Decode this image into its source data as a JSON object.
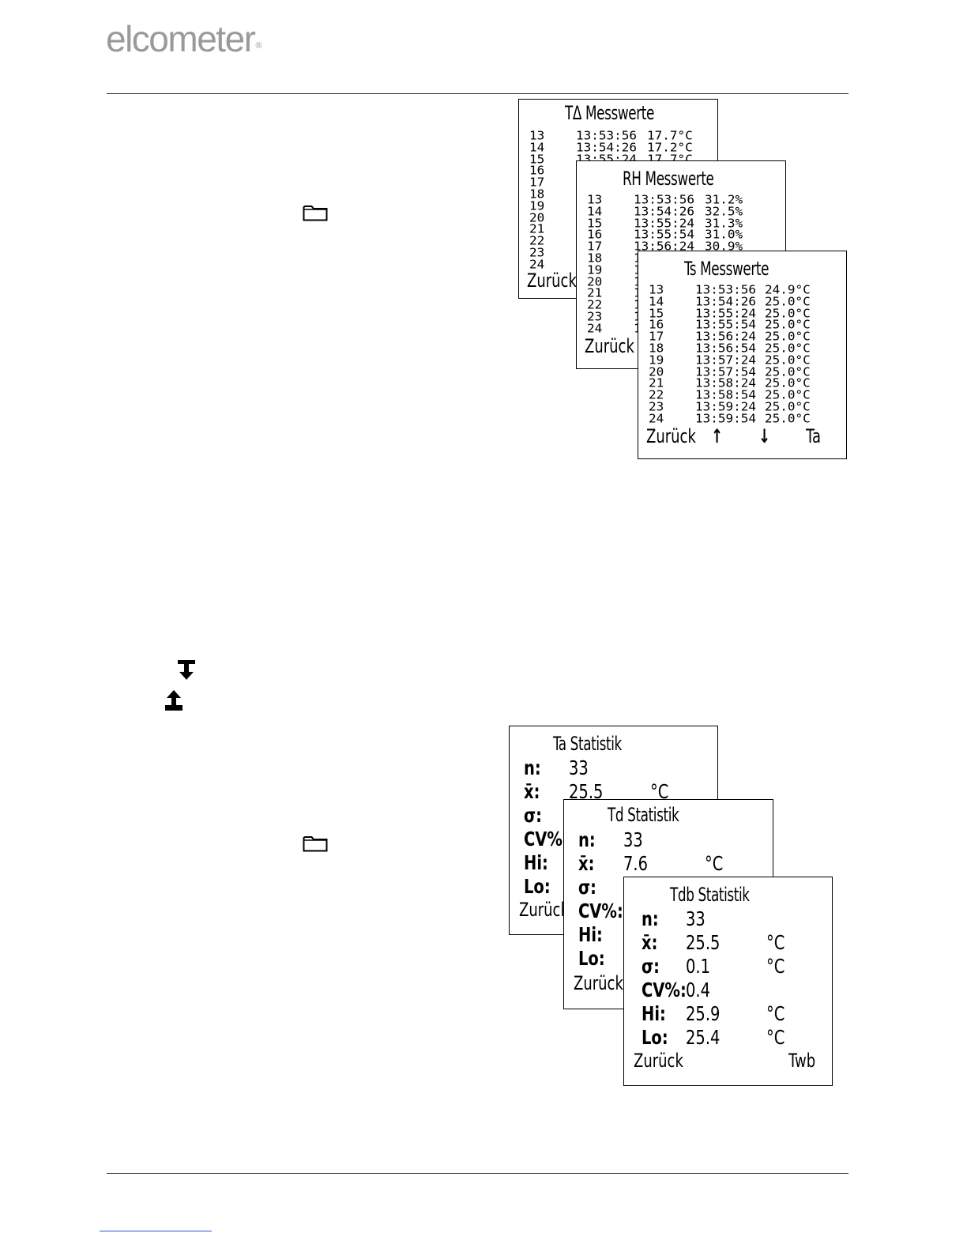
{
  "brand": {
    "logo_text": "elcometer",
    "registered": "®"
  },
  "icons": {
    "folder": "folder-icon",
    "download": "down-arrow-to-bar-icon",
    "upload": "up-arrow-from-bar-icon"
  },
  "readings_screens": [
    {
      "title": "TΔ Messwerte",
      "rows": [
        {
          "n": "13",
          "time": "13:53:56",
          "value": "17.7°C"
        },
        {
          "n": "14",
          "time": "13:54:26",
          "value": "17.2°C"
        },
        {
          "n": "15",
          "time": "13:55:24",
          "value": "17.7°C"
        },
        {
          "n": "16",
          "time": "",
          "value": ""
        },
        {
          "n": "17",
          "time": "",
          "value": ""
        },
        {
          "n": "18",
          "time": "",
          "value": ""
        },
        {
          "n": "19",
          "time": "",
          "value": ""
        },
        {
          "n": "20",
          "time": "",
          "value": ""
        },
        {
          "n": "21",
          "time": "",
          "value": ""
        },
        {
          "n": "22",
          "time": "",
          "value": ""
        },
        {
          "n": "23",
          "time": "",
          "value": ""
        },
        {
          "n": "24",
          "time": "",
          "value": ""
        }
      ],
      "footer": {
        "left": "Zurück"
      }
    },
    {
      "title": "RH Messwerte",
      "rows": [
        {
          "n": "13",
          "time": "13:53:56",
          "value": "31.2%"
        },
        {
          "n": "14",
          "time": "13:54:26",
          "value": "32.5%"
        },
        {
          "n": "15",
          "time": "13:55:24",
          "value": "31.3%"
        },
        {
          "n": "16",
          "time": "13:55:54",
          "value": "31.0%"
        },
        {
          "n": "17",
          "time": "13:56:24",
          "value": "30.9%"
        },
        {
          "n": "18",
          "time": "1",
          "value": ""
        },
        {
          "n": "19",
          "time": "1",
          "value": ""
        },
        {
          "n": "20",
          "time": "1",
          "value": ""
        },
        {
          "n": "21",
          "time": "1",
          "value": ""
        },
        {
          "n": "22",
          "time": "1",
          "value": ""
        },
        {
          "n": "23",
          "time": "1",
          "value": ""
        },
        {
          "n": "24",
          "time": "1",
          "value": ""
        }
      ],
      "footer": {
        "left": "Zurück"
      }
    },
    {
      "title": "Ts Messwerte",
      "rows": [
        {
          "n": "13",
          "time": "13:53:56",
          "value": "24.9°C"
        },
        {
          "n": "14",
          "time": "13:54:26",
          "value": "25.0°C"
        },
        {
          "n": "15",
          "time": "13:55:24",
          "value": "25.0°C"
        },
        {
          "n": "16",
          "time": "13:55:54",
          "value": "25.0°C"
        },
        {
          "n": "17",
          "time": "13:56:24",
          "value": "25.0°C"
        },
        {
          "n": "18",
          "time": "13:56:54",
          "value": "25.0°C"
        },
        {
          "n": "19",
          "time": "13:57:24",
          "value": "25.0°C"
        },
        {
          "n": "20",
          "time": "13:57:54",
          "value": "25.0°C"
        },
        {
          "n": "21",
          "time": "13:58:24",
          "value": "25.0°C"
        },
        {
          "n": "22",
          "time": "13:58:54",
          "value": "25.0°C"
        },
        {
          "n": "23",
          "time": "13:59:24",
          "value": "25.0°C"
        },
        {
          "n": "24",
          "time": "13:59:54",
          "value": "25.0°C"
        }
      ],
      "footer": {
        "left": "Zurück",
        "up": "↑",
        "down": "↓",
        "right": "Ta"
      }
    }
  ],
  "stats_screens": [
    {
      "title": "Ta Statistik",
      "rows": [
        {
          "label": "n:",
          "value": "33",
          "unit": ""
        },
        {
          "label": "x̄:",
          "value": "25.5",
          "unit": "°C"
        },
        {
          "label": "σ:",
          "value": "",
          "unit": ""
        },
        {
          "label": "CV%:",
          "value": "",
          "unit": ""
        },
        {
          "label": "Hi:",
          "value": "",
          "unit": ""
        },
        {
          "label": "Lo:",
          "value": "",
          "unit": ""
        }
      ],
      "footer": {
        "left": "Zurück",
        "right": ""
      }
    },
    {
      "title": "Td Statistik",
      "rows": [
        {
          "label": "n:",
          "value": "33",
          "unit": ""
        },
        {
          "label": "x̄:",
          "value": "7.6",
          "unit": "°C"
        },
        {
          "label": "σ:",
          "value": "",
          "unit": ""
        },
        {
          "label": "CV%:",
          "value": "",
          "unit": ""
        },
        {
          "label": "Hi:",
          "value": "",
          "unit": ""
        },
        {
          "label": "Lo:",
          "value": "",
          "unit": ""
        }
      ],
      "footer": {
        "left": "Zurück",
        "right": ""
      }
    },
    {
      "title": "Tdb Statistik",
      "rows": [
        {
          "label": "n:",
          "value": "33",
          "unit": ""
        },
        {
          "label": "x̄:",
          "value": "25.5",
          "unit": "°C"
        },
        {
          "label": "σ:",
          "value": "0.1",
          "unit": "°C"
        },
        {
          "label": "CV%:",
          "value": "0.4",
          "unit": ""
        },
        {
          "label": "Hi:",
          "value": "25.9",
          "unit": "°C"
        },
        {
          "label": "Lo:",
          "value": "25.4",
          "unit": "°C"
        }
      ],
      "footer": {
        "left": "Zurück",
        "right": "Twb"
      }
    }
  ]
}
